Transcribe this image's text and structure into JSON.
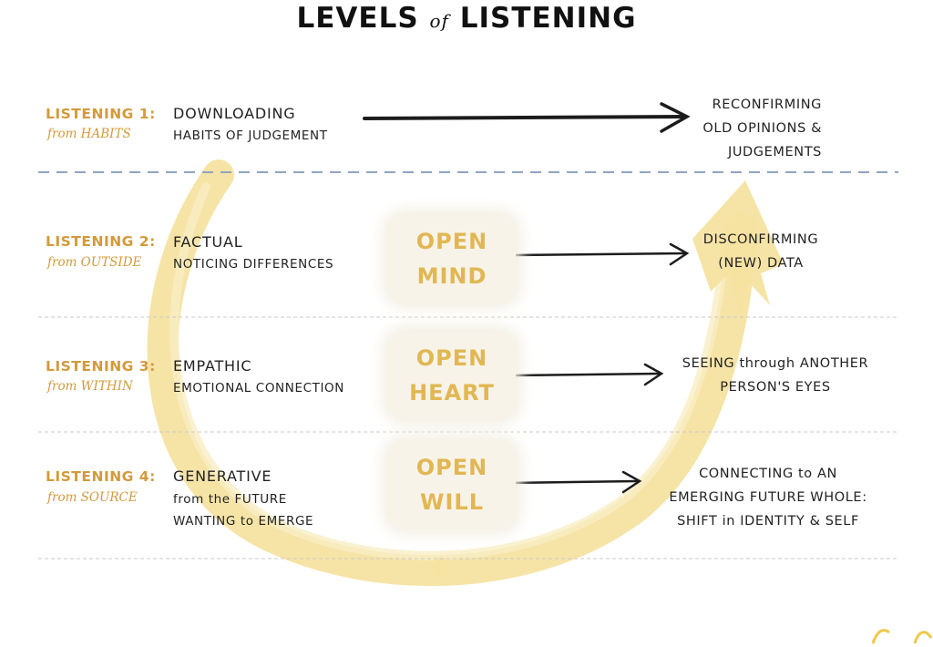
{
  "title": {
    "main_a": "LEVELS",
    "joiner": "of",
    "main_b": "LISTENING"
  },
  "levels": [
    {
      "label": "LISTENING 1:",
      "source": "from HABITS",
      "mode": "DOWNLOADING",
      "desc": [
        "HABITS OF JUDGEMENT"
      ],
      "outcome": [
        "RECONFIRMING",
        "OLD OPINIONS &",
        "JUDGEMENTS"
      ]
    },
    {
      "label": "LISTENING 2:",
      "source": "from OUTSIDE",
      "mode": "FACTUAL",
      "desc": [
        "NOTICING DIFFERENCES"
      ],
      "openness": [
        "OPEN",
        "MIND"
      ],
      "outcome": [
        "DISCONFIRMING",
        "(NEW) DATA"
      ]
    },
    {
      "label": "LISTENING 3:",
      "source": "from WITHIN",
      "mode": "EMPATHIC",
      "desc": [
        "EMOTIONAL CONNECTION"
      ],
      "openness": [
        "OPEN",
        "HEART"
      ],
      "outcome": [
        "SEEING through ANOTHER",
        "PERSON'S EYES"
      ]
    },
    {
      "label": "LISTENING 4:",
      "source": "from SOURCE",
      "mode": "GENERATIVE",
      "desc": [
        "from the FUTURE",
        "WANTING to EMERGE"
      ],
      "openness": [
        "OPEN",
        "WILL"
      ],
      "outcome": [
        "CONNECTING to AN",
        "EMERGING FUTURE WHOLE:",
        "SHIFT in IDENTITY & SELF"
      ]
    }
  ],
  "colors": {
    "level_label": "#d29a3c",
    "u_curve": "#f6e3a1",
    "openness_text": "#e2b753",
    "dashed_divider": "#8fa3bf",
    "thin_divider": "#c9c9c9",
    "arrow": "#1c1c1c"
  }
}
